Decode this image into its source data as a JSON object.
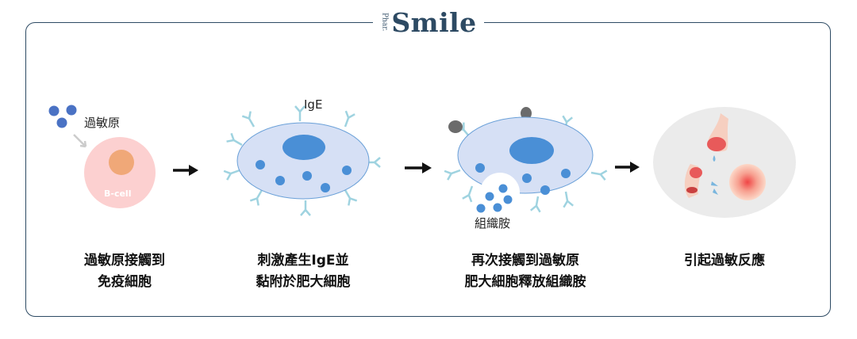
{
  "logo": {
    "prefix": "Phar.",
    "name": "Smile"
  },
  "colors": {
    "frame": "#2d4a63",
    "cell": "#d6e0f5",
    "nucleus": "#4a8fd6",
    "antibody": "#9fd3e0",
    "allergen": "#4a72c4",
    "bcell": "#fcd0d0"
  },
  "stages": [
    {
      "labels": {
        "allergen": "過敏原",
        "cell": "B-cell"
      },
      "caption": [
        "過敏原接觸到",
        "免疫細胞"
      ]
    },
    {
      "labels": {
        "antibody": "IgE"
      },
      "caption": [
        "刺激產生IgE並",
        "黏附於肥大細胞"
      ]
    },
    {
      "labels": {
        "release": "組織胺"
      },
      "caption": [
        "再次接觸到過敏原",
        "肥大細胞釋放組織胺"
      ]
    },
    {
      "labels": {},
      "caption": [
        "引起過敏反應"
      ]
    }
  ]
}
